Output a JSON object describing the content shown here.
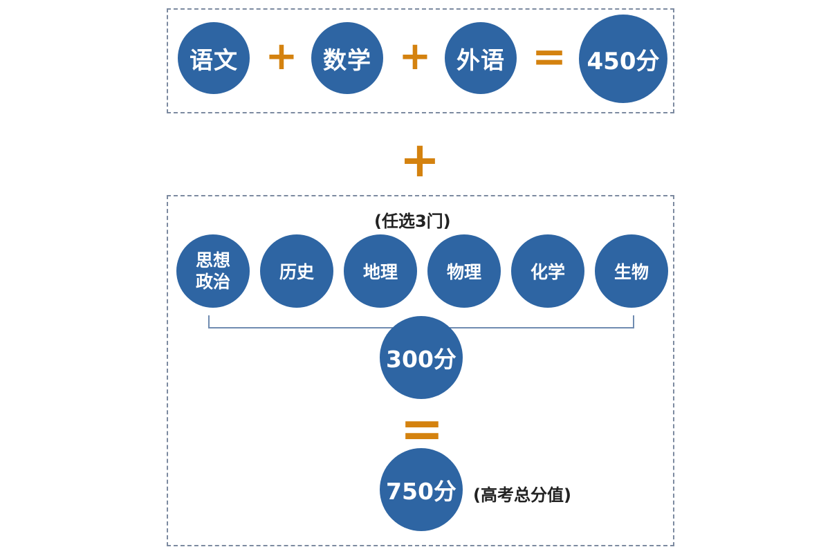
{
  "colors": {
    "circle_fill": "#2e65a3",
    "operator": "#d4820f",
    "bracket": "#6f8bb0",
    "dashed_border": "#7c8aa0"
  },
  "top_row": {
    "subject1": "语文",
    "plus1": "+",
    "subject2": "数学",
    "plus2": "+",
    "subject3": "外语",
    "equals": "=",
    "total": "450分"
  },
  "middle_plus": "+",
  "elective": {
    "choose_label": "(任选3门)",
    "subjects": [
      "思想政治",
      "历史",
      "地理",
      "物理",
      "化学",
      "生物"
    ],
    "subject_politics_line1": "思想",
    "subject_politics_line2": "政治",
    "score": "300分",
    "equals": "=",
    "grand_total": "750分",
    "grand_total_note": "(高考总分值)"
  }
}
